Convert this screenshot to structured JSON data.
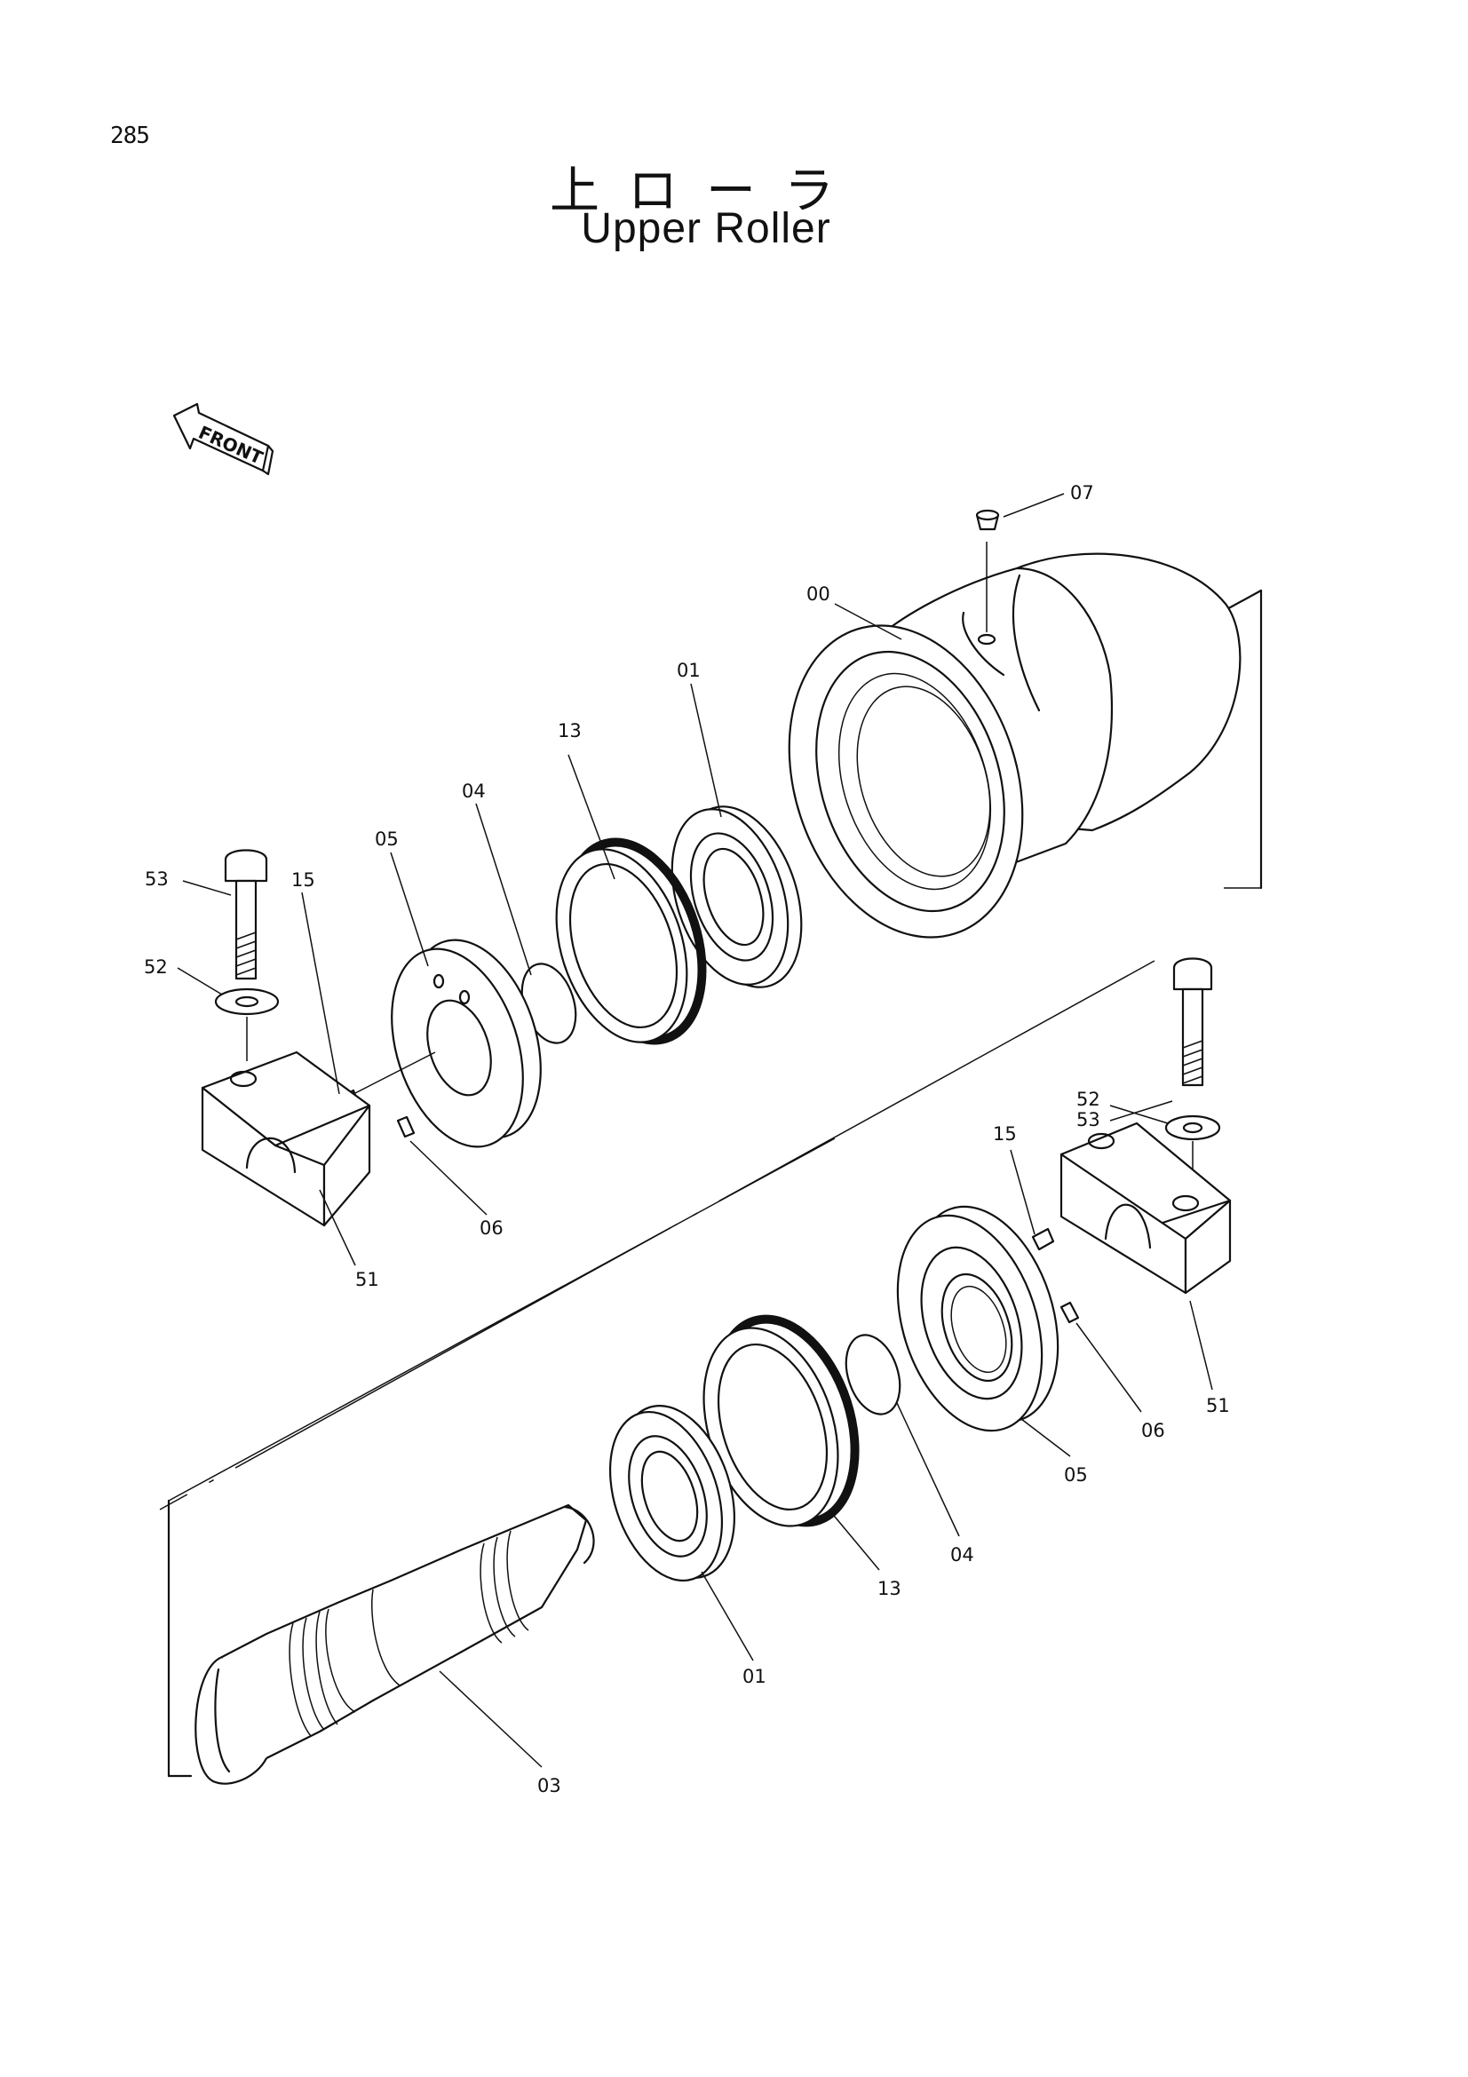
{
  "page_number": "285",
  "title_jp": "上ローラ",
  "title_en": "Upper Roller",
  "front_indicator": "FRONT",
  "callouts": {
    "c07": "07",
    "c00": "00",
    "c01_top": "01",
    "c13_top": "13",
    "c04_top": "04",
    "c05_top": "05",
    "c15_left": "15",
    "c53_left": "53",
    "c52_left": "52",
    "c06_left": "06",
    "c51_left": "51",
    "c53_right": "53",
    "c52_right": "52",
    "c15_right": "15",
    "c51_right": "51",
    "c06_right": "06",
    "c05_bottom": "05",
    "c04_bottom": "04",
    "c13_bottom": "13",
    "c01_bottom": "01",
    "c03": "03"
  }
}
